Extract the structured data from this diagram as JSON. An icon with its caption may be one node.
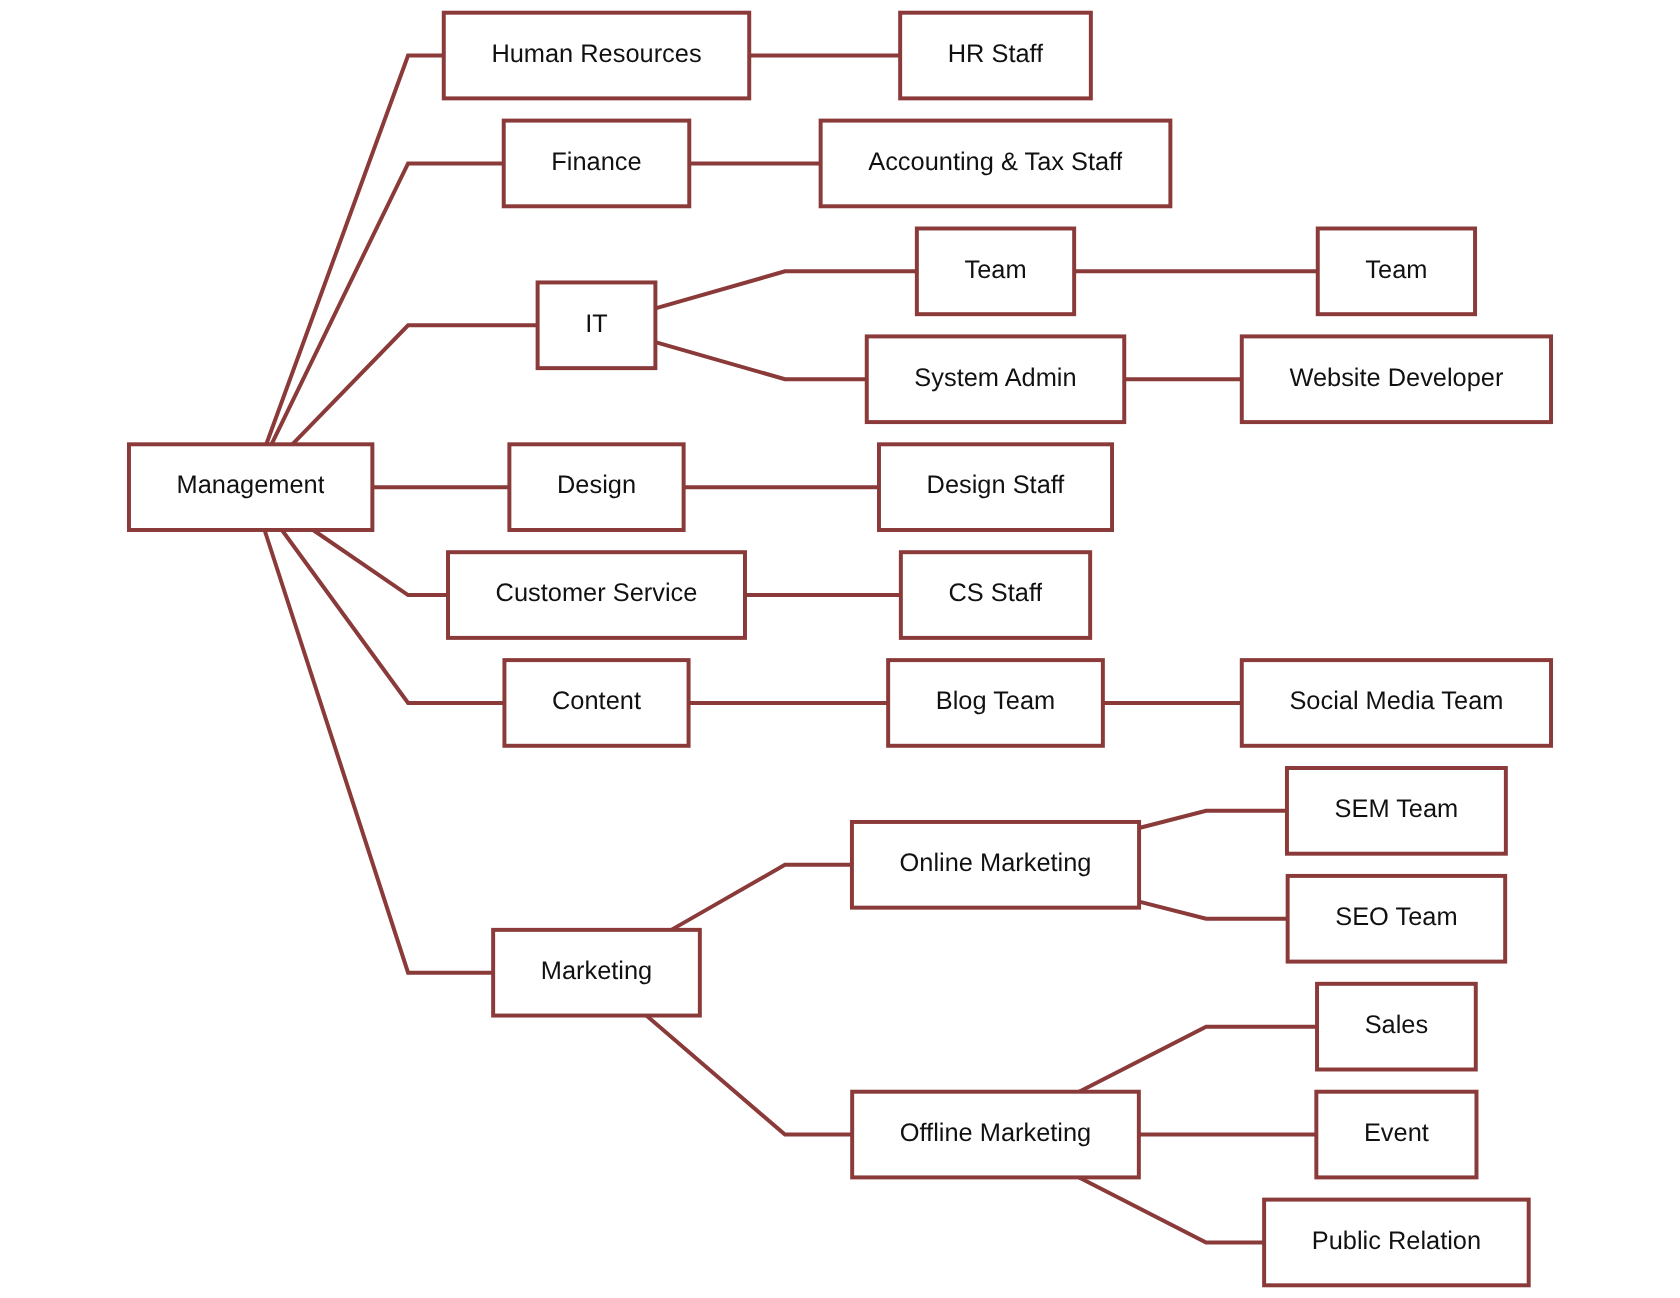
{
  "diagram": {
    "nodes": [
      {
        "text": [
          "Management"
        ]
      },
      {
        "text": [
          "Human Resources"
        ]
      },
      {
        "text": [
          "HR Staff"
        ]
      },
      {
        "text": [
          "Finance"
        ]
      },
      {
        "text": [
          "Accounting & Tax Staff"
        ]
      },
      {
        "text": [
          "IT"
        ]
      },
      {
        "text": [
          "Team"
        ]
      },
      {
        "text": [
          "Team"
        ]
      },
      {
        "text": [
          "System Admin"
        ]
      },
      {
        "text": [
          "Website Developer"
        ]
      },
      {
        "text": [
          "Design"
        ]
      },
      {
        "text": [
          "Design Staff"
        ]
      },
      {
        "text": [
          "Customer Service"
        ]
      },
      {
        "text": [
          "CS Staff"
        ]
      },
      {
        "text": [
          "Content"
        ]
      },
      {
        "text": [
          "Blog Team"
        ]
      },
      {
        "text": [
          "Social Media Team"
        ]
      },
      {
        "text": [
          "Marketing"
        ]
      },
      {
        "text": [
          "Online Marketing"
        ]
      },
      {
        "text": [
          "SEM Team"
        ]
      },
      {
        "text": [
          "SEO Team"
        ]
      },
      {
        "text": [
          "Offline Marketing"
        ]
      },
      {
        "text": [
          "Sales"
        ]
      },
      {
        "text": [
          "Event"
        ]
      },
      {
        "text": [
          "Public Relation"
        ]
      }
    ],
    "edges": [
      {
        "from": 0,
        "to": 1,
        "arrow": "none"
      },
      {
        "from": 0,
        "to": 3,
        "arrow": "none"
      },
      {
        "from": 0,
        "to": 5,
        "arrow": "none"
      },
      {
        "from": 0,
        "to": 10,
        "arrow": "none"
      },
      {
        "from": 0,
        "to": 12,
        "arrow": "none"
      },
      {
        "from": 0,
        "to": 14,
        "arrow": "none"
      },
      {
        "from": 0,
        "to": 17,
        "arrow": "none"
      },
      {
        "from": 1,
        "to": 2,
        "arrow": "none"
      },
      {
        "from": 3,
        "to": 4,
        "arrow": "none"
      },
      {
        "from": 5,
        "to": 6,
        "arrow": "none"
      },
      {
        "from": 5,
        "to": 8,
        "arrow": "none"
      },
      {
        "from": 6,
        "to": 7,
        "arrow": "none"
      },
      {
        "from": 8,
        "to": 9,
        "arrow": "none"
      },
      {
        "from": 10,
        "to": 11,
        "arrow": "none"
      },
      {
        "from": 12,
        "to": 13,
        "arrow": "none"
      },
      {
        "from": 14,
        "to": 15,
        "arrow": "none"
      },
      {
        "from": 15,
        "to": 16,
        "arrow": "none"
      },
      {
        "from": 17,
        "to": 18,
        "arrow": "none"
      },
      {
        "from": 17,
        "to": 21,
        "arrow": "none"
      },
      {
        "from": 18,
        "to": 19,
        "arrow": "none"
      },
      {
        "from": 18,
        "to": 20,
        "arrow": "none"
      },
      {
        "from": 21,
        "to": 22,
        "arrow": "none"
      },
      {
        "from": 21,
        "to": 23,
        "arrow": "none"
      },
      {
        "from": 21,
        "to": 24,
        "arrow": "none"
      }
    ]
  }
}
